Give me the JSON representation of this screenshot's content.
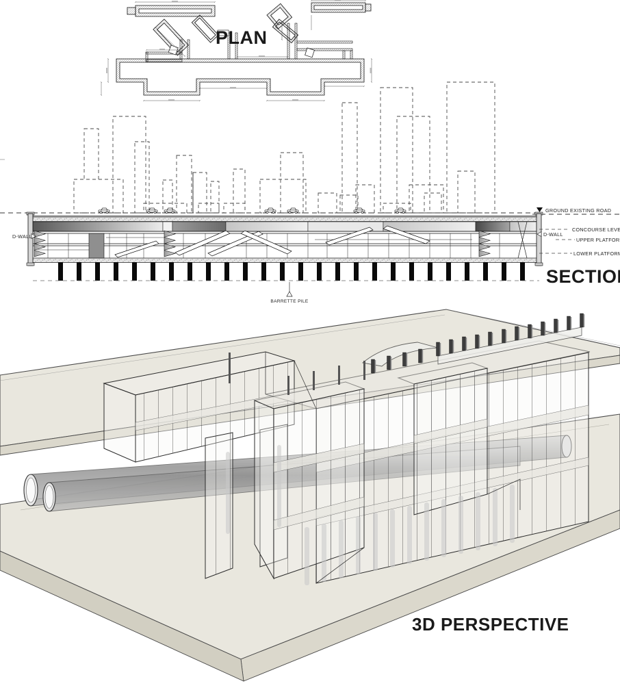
{
  "document": {
    "type": "architectural drawing sheet",
    "background_color": "#ffffff",
    "line_color": "#1a1a1a"
  },
  "views": {
    "plan": {
      "title": "PLAN"
    },
    "section": {
      "title": "SECTION",
      "ground_label": "GROUND EXISTING ROAD",
      "concourse_label": "CONCOURSE LEVEL",
      "dwall_left_label": "D-WALL",
      "dwall_right_label": "D-WALL",
      "upper_platform_label": "UPPER PLATFORM",
      "lower_platform_label": "LOWER PLATFORM",
      "barrette_pile_label": "BARRETTE PILE"
    },
    "perspective": {
      "title": "3D PERSPECTIVE"
    }
  },
  "colors": {
    "ground_plane": "#e9e7de",
    "ground_bevel": "#dbd8cc",
    "tunnel_gray": "#9c9c9c",
    "pile_black": "#0a0a0a",
    "concrete_speckle": "#e4e4e4"
  }
}
